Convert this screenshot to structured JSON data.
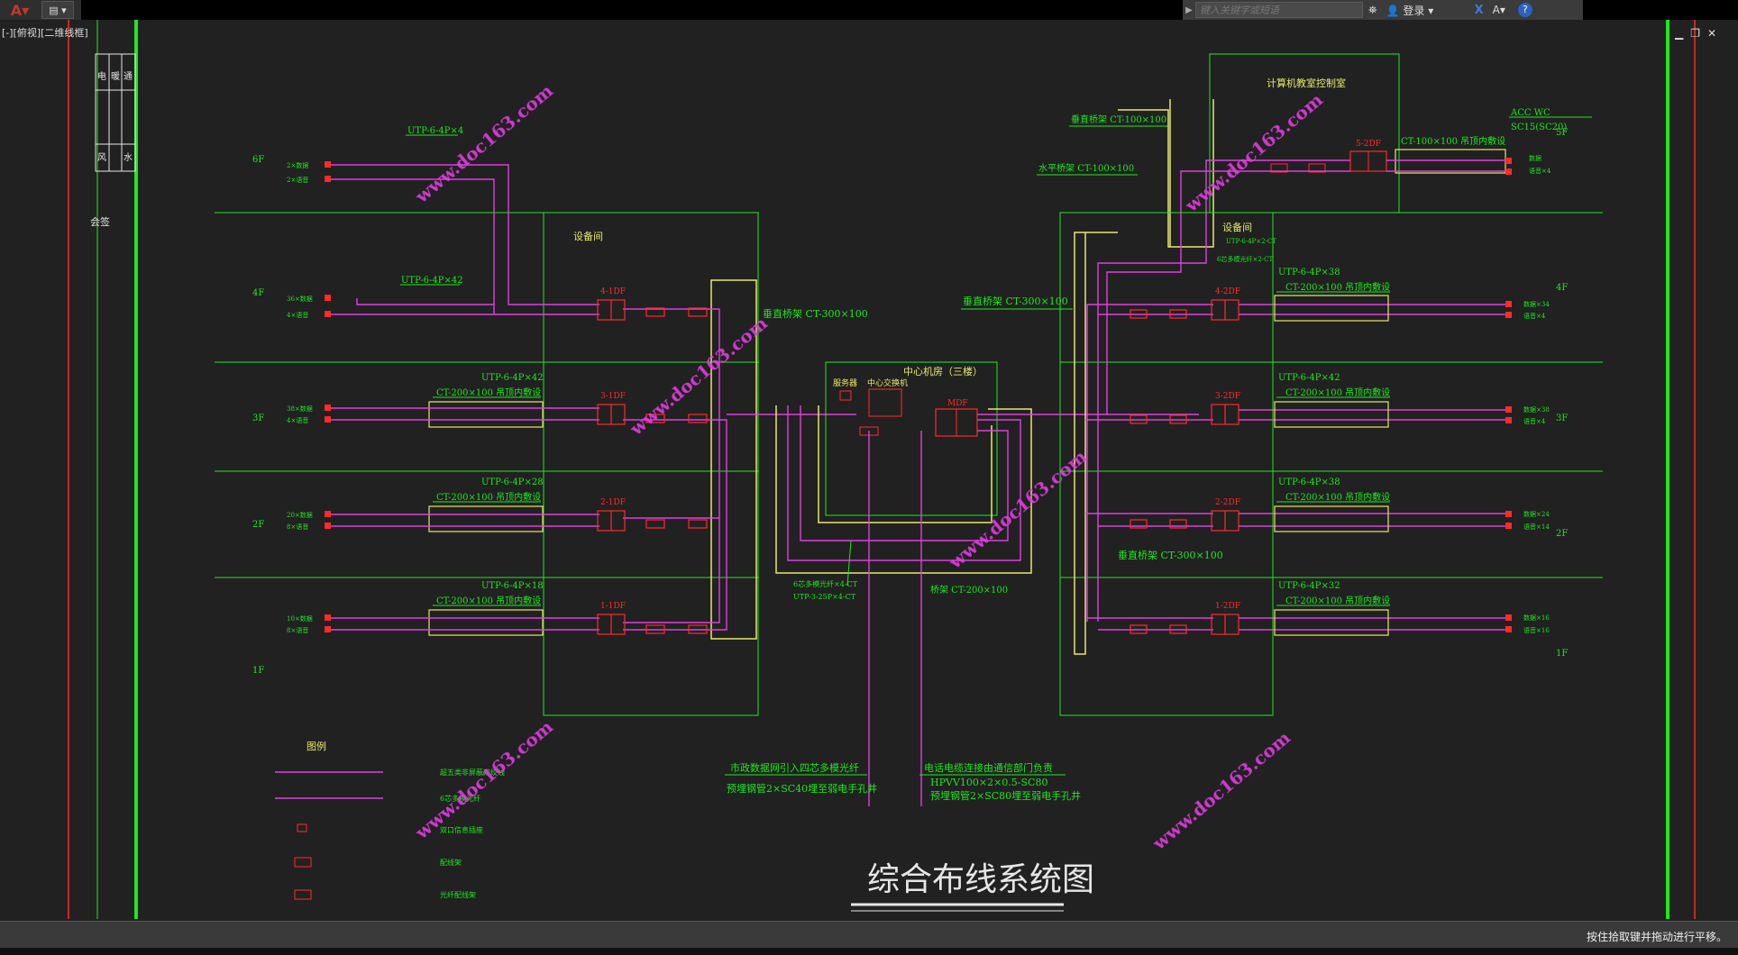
{
  "toolbar": {
    "search_placeholder": "键入关键字或短语",
    "login_label": "登录",
    "help_label": "?"
  },
  "viewport_label": "[-][俯视][二维线框]",
  "status_text": "按住拾取键并拖动进行平移。",
  "drawing": {
    "title": "综合布线系统图",
    "watermark": "www.doc163.com",
    "floors": {
      "f6": "6F",
      "f4": "4F",
      "f3": "3F",
      "f2": "2F",
      "f1": "1F",
      "r5": "5F",
      "r4": "4F",
      "r3": "3F",
      "r2": "2F",
      "r1": "1F"
    },
    "left": {
      "room_label": "设备间",
      "cable_6f": "UTP-6-4P×4",
      "out_6f_a": "2×数据",
      "out_6f_b": "2×语音",
      "cable_4f": "UTP-6-4P×42",
      "out_4f_a": "36×数据",
      "out_4f_b": "4×语音",
      "cable_3f": "UTP-6-4P×42",
      "tray_3f": "CT-200×100 吊顶内敷设",
      "out_3f_a": "38×数据",
      "out_3f_b": "4×语音",
      "cable_2f": "UTP-6-4P×28",
      "tray_2f": "CT-200×100 吊顶内敷设",
      "out_2f_a": "20×数据",
      "out_2f_b": "8×语音",
      "cable_1f": "UTP-6-4P×18",
      "tray_1f": "CT-200×100 吊顶内敷设",
      "out_1f_a": "10×数据",
      "out_1f_b": "8×语音",
      "idf4": "4-1DF",
      "idf3": "3-1DF",
      "idf2": "2-1DF",
      "idf1": "1-1DF",
      "riser": "垂直桥架 CT-300×100"
    },
    "center": {
      "room_label": "中心机房（三楼）",
      "server": "服务器",
      "switch": "中心交换机",
      "mdf": "MDF",
      "fiber_a": "6芯多模光纤×4-CT",
      "fiber_b": "UTP-3-25P×4-CT",
      "tray": "桥架 CT-200×100",
      "note_a1": "市政数据网引入四芯多模光纤",
      "note_a2": "预埋钢管2×SC40埋至弱电手孔井",
      "note_b1": "电话电缆连接由通信部门负责",
      "note_b2": "HPVV100×2×0.5-SC80",
      "note_b3": "预埋钢管2×SC80埋至弱电手孔井"
    },
    "right": {
      "control_room": "计算机教室控制室",
      "riser_top": "垂直桥架 CT-100×100",
      "horiz_tray": "水平桥架 CT-100×100",
      "tray_5f": "CT-100×100 吊顶内敷设",
      "acc": "ACC WC",
      "acc_pipe": "SC15(SC20)",
      "out_5f_a": "数据",
      "out_5f_b": "语音×4",
      "idf5": "5-2DF",
      "room_label": "设备间",
      "fiber_a": "UTP-6-4P×2-CT",
      "fiber_b": "6芯多模光纤×2-CT",
      "riser": "垂直桥架 CT-300×100",
      "riser2": "垂直桥架 CT-300×100",
      "cable_4f": "UTP-6-4P×38",
      "tray_4f": "CT-200×100 吊顶内敷设",
      "out_4f_a": "数据×34",
      "out_4f_b": "语音×4",
      "cable_3f": "UTP-6-4P×42",
      "tray_3f": "CT-200×100 吊顶内敷设",
      "out_3f_a": "数据×38",
      "out_3f_b": "语音×4",
      "cable_2f": "UTP-6-4P×38",
      "tray_2f": "CT-200×100 吊顶内敷设",
      "out_2f_a": "数据×24",
      "out_2f_b": "语音×14",
      "cable_1f": "UTP-6-4P×32",
      "tray_1f": "CT-200×100 吊顶内敷设",
      "out_1f_a": "数据×16",
      "out_1f_b": "语音×16",
      "idf4": "4-2DF",
      "idf3": "3-2DF",
      "idf2": "2-2DF",
      "idf1": "1-2DF"
    },
    "legend": {
      "title": "图例",
      "item1": "超五类非屏蔽双绞线",
      "item2": "6芯多模光纤",
      "item3": "双口信息插座",
      "item4": "配线架",
      "item5": "光纤配线架"
    },
    "titleblock": {
      "c1": "电",
      "c2": "暖",
      "c3": "通",
      "c4": "风",
      "c5": "水",
      "side": "会签"
    }
  },
  "colors": {
    "green": "#1ee81e",
    "magenta": "#e13ee1",
    "red": "#ff2a2a",
    "yellow": "#e8e86a",
    "white": "#e6e6e6",
    "background": "#212121"
  }
}
